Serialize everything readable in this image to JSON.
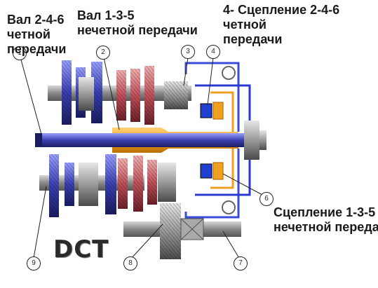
{
  "labels": {
    "shaft_even": [
      "Вал 2-4-6",
      "четной",
      "передачи"
    ],
    "shaft_odd": [
      "Вал 1-3-5",
      "нечетной передачи"
    ],
    "clutch_even": [
      "4- Сцепление 2-4-6",
      "четной",
      "передачи"
    ],
    "clutch_odd": [
      "Сцепление 1-3-5",
      "нечетной передачи"
    ],
    "dct": "DCT"
  },
  "callouts": [
    "1",
    "2",
    "3",
    "4",
    "6",
    "7",
    "8",
    "9"
  ],
  "colors": {
    "blue_gear": "#3a3fb0",
    "red_gear": "#c0505a",
    "grey_gear": "#9a9a9a",
    "orange_shaft": "#f0a020",
    "blue_clutch": "#1f3fd0",
    "clutch_line": "#3b4bd6"
  }
}
